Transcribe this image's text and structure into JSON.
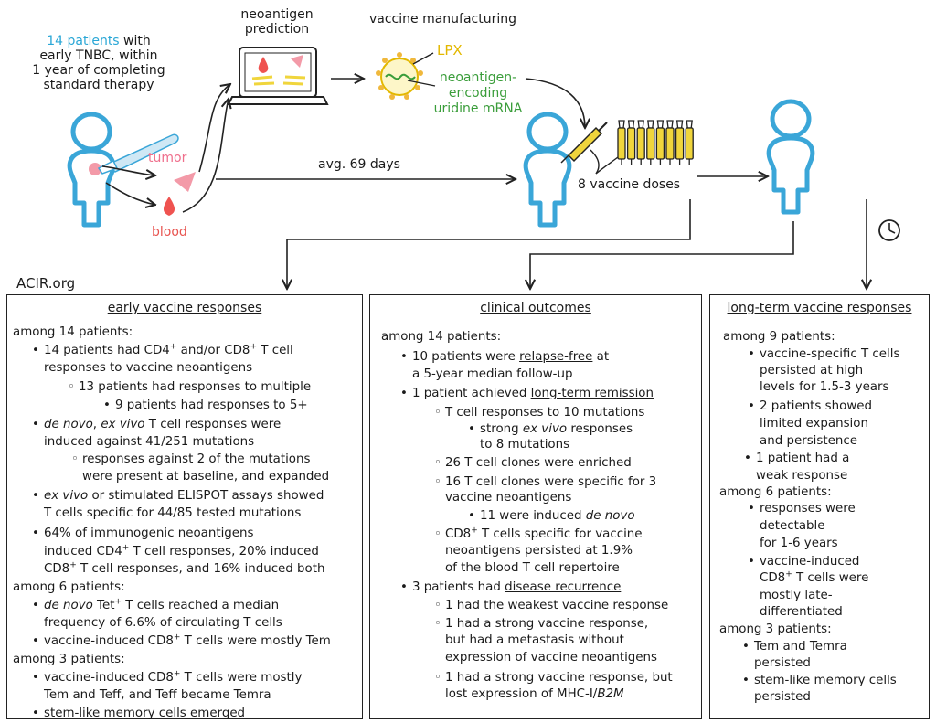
{
  "watermark": "ACIR.org",
  "top": {
    "patients_count": "14 patients",
    "patients_line1_rest": " with",
    "patients_line2": "early TNBC, within",
    "patients_line3": "1 year of completing",
    "patients_line4": "standard therapy",
    "tumor": "tumor",
    "blood": "blood",
    "prediction_line1": "neoantigen",
    "prediction_line2": "prediction",
    "manufacturing": "vaccine manufacturing",
    "lpx": "LPX",
    "mrna_line1": "neoantigen-",
    "mrna_line2": "encoding",
    "mrna_line3": "uridine mRNA",
    "avg_days": "avg. 69 days",
    "doses": "8 vaccine doses",
    "dose_count": 8
  },
  "colors": {
    "patient_stroke": "#3aa6d8",
    "tumor": "#f39aa8",
    "blood": "#ef5350",
    "vial": "#f0d53c",
    "lpx": "#e3b800",
    "mrna": "#3a9d3a"
  },
  "icons": {
    "clock": "clock-icon",
    "laptop": "laptop-icon",
    "syringe": "syringe-icon",
    "scalpel": "scalpel-icon"
  },
  "panels": {
    "early": {
      "title": "early vaccine responses",
      "l1": "among 14 patients:",
      "l2a": "14 patients had CD4",
      "l2b": " and/or CD8",
      "l2c": " T cell",
      "l3": "responses to vaccine  neoantigens",
      "l4": "13 patients had responses to multiple",
      "l5": "9 patients had responses to 5+",
      "l6a": "de novo",
      "l6b": ", ",
      "l6c": "ex vivo",
      "l6d": " T cell responses were",
      "l7": "induced against 41/251 mutations",
      "l8": "responses against 2 of the mutations",
      "l9": "were present at baseline, and expanded",
      "l10a": "ex vivo",
      "l10b": " or stimulated ELISPOT assays showed",
      "l11": "T cells  specific for 44/85 tested mutations",
      "l12": "64% of immunogenic neoantigens",
      "l13a": "induced CD4",
      "l13b": " T cell responses, 20% induced",
      "l14a": "CD8",
      "l14b": " T cell responses, and 16% induced both",
      "l15": "among 6 patients:",
      "l16a": "de novo",
      "l16b": " Tet",
      "l16c": " T cells reached a median",
      "l17": "frequency of 6.6% of circulating T cells",
      "l18a": "vaccine-induced CD8",
      "l18b": " T cells were mostly Tem",
      "l19": "among 3 patients:",
      "l20a": "vaccine-induced  CD8",
      "l20b": " T cells were mostly",
      "l21": "Tem and Teff, and Teff became Temra",
      "l22": "stem-like memory cells emerged"
    },
    "clinical": {
      "title": "clinical outcomes",
      "l1": "among 14 patients:",
      "l2a": "10 patients were ",
      "l2b": "relapse-free",
      "l2c": " at",
      "l3": "a 5-year median follow-up",
      "l4a": "1 patient achieved ",
      "l4b": "long-term remission",
      "l5": "T cell responses to 10 mutations",
      "l6a": "strong ",
      "l6b": "ex vivo",
      "l6c": " responses",
      "l7": "to 8 mutations",
      "l8": "26 T cell clones were enriched",
      "l9": "16 T cell clones were specific for 3",
      "l10": "vaccine neoantigens",
      "l11a": "11 were induced ",
      "l11b": "de novo",
      "l12a": "CD8",
      "l12b": " T cells specific for vaccine",
      "l13": "neoantigens persisted at 1.9%",
      "l14": "of the blood T cell repertoire",
      "l15a": "3 patients had ",
      "l15b": "disease recurrence",
      "l16": "1 had the weakest vaccine response",
      "l17": "1 had a strong vaccine response,",
      "l18": "but had a metastasis without",
      "l19": "expression of vaccine neoantigens",
      "l20": "1 had a strong vaccine response, but",
      "l21a": "lost expression of  MHC-I/",
      "l21b": "B2M"
    },
    "longterm": {
      "title": "long-term vaccine responses",
      "l1": "among 9 patients:",
      "l2": "vaccine-specific T cells",
      "l3": "persisted at high",
      "l4": "levels for 1.5-3 years",
      "l5": "2 patients showed",
      "l6": "limited expansion",
      "l7": "and persistence",
      "l8": "1 patient had a",
      "l9": "weak response",
      "l10": "among 6 patients:",
      "l11": "responses were",
      "l12": "detectable",
      "l13": "for 1-6 years",
      "l14": "vaccine-induced",
      "l15a": "CD8",
      "l15b": " T cells were",
      "l16": "mostly late-",
      "l17": "differentiated",
      "l18": "among 3 patients:",
      "l19": "Tem and Temra",
      "l20": "persisted",
      "l21": "stem-like memory cells",
      "l22": "persisted"
    },
    "plus": "+"
  }
}
